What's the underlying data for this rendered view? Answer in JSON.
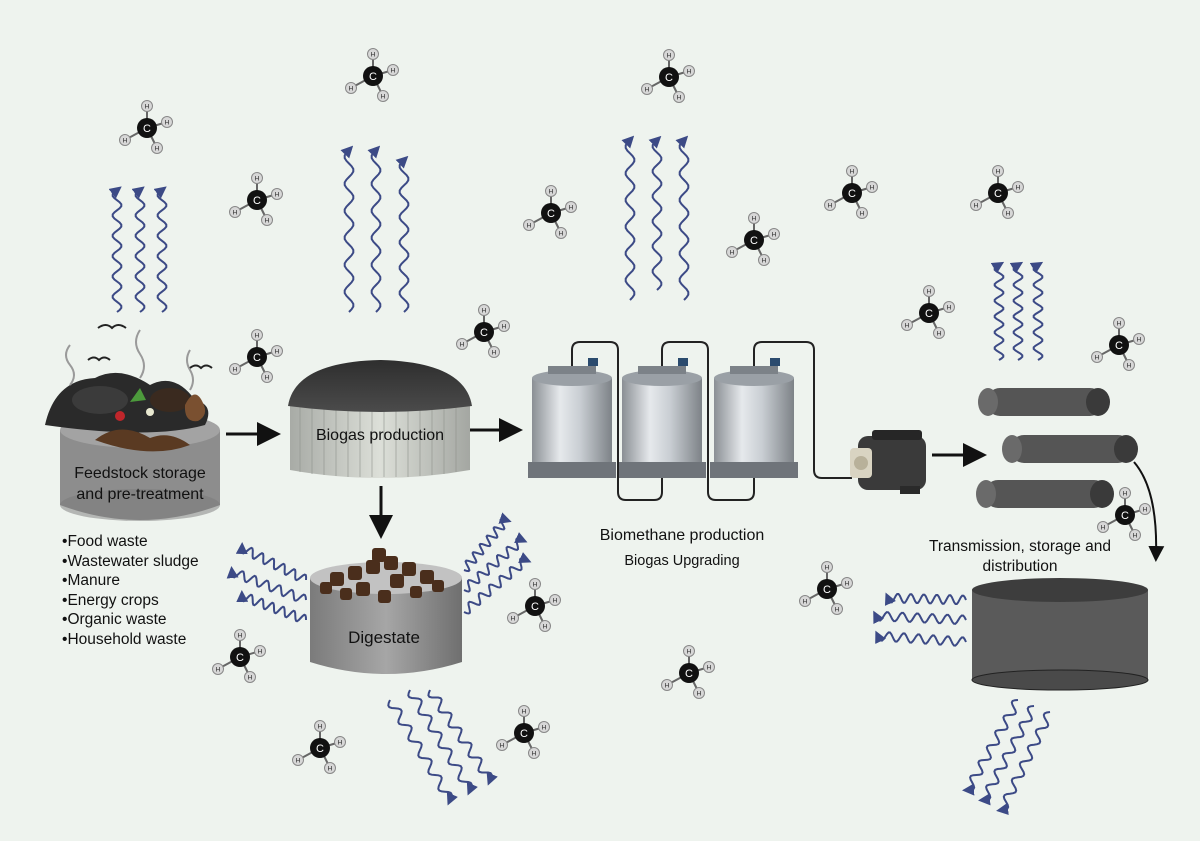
{
  "stages": {
    "feedstock": {
      "label_line1": "Feedstock storage",
      "label_line2": "and pre-treatment"
    },
    "biogas": {
      "label": "Biogas production"
    },
    "digestate": {
      "label": "Digestate"
    },
    "biomethane": {
      "title": "Biomethane production",
      "subtitle": "Biogas Upgrading"
    },
    "transmission": {
      "label_line1": "Transmission, storage and",
      "label_line2": "distribution"
    }
  },
  "feedstock_items": [
    "Food waste",
    "Wastewater sludge",
    "Manure",
    "Energy crops",
    "Organic waste",
    "Household waste"
  ],
  "molecule": {
    "center": "C",
    "outer": "H"
  },
  "colors": {
    "background": "#eef3ee",
    "wave": "#3c4a86",
    "tank_dark": "#3f3f3f",
    "pipe": "#555555",
    "arrow": "#111111",
    "steel": "#b8bec4"
  }
}
